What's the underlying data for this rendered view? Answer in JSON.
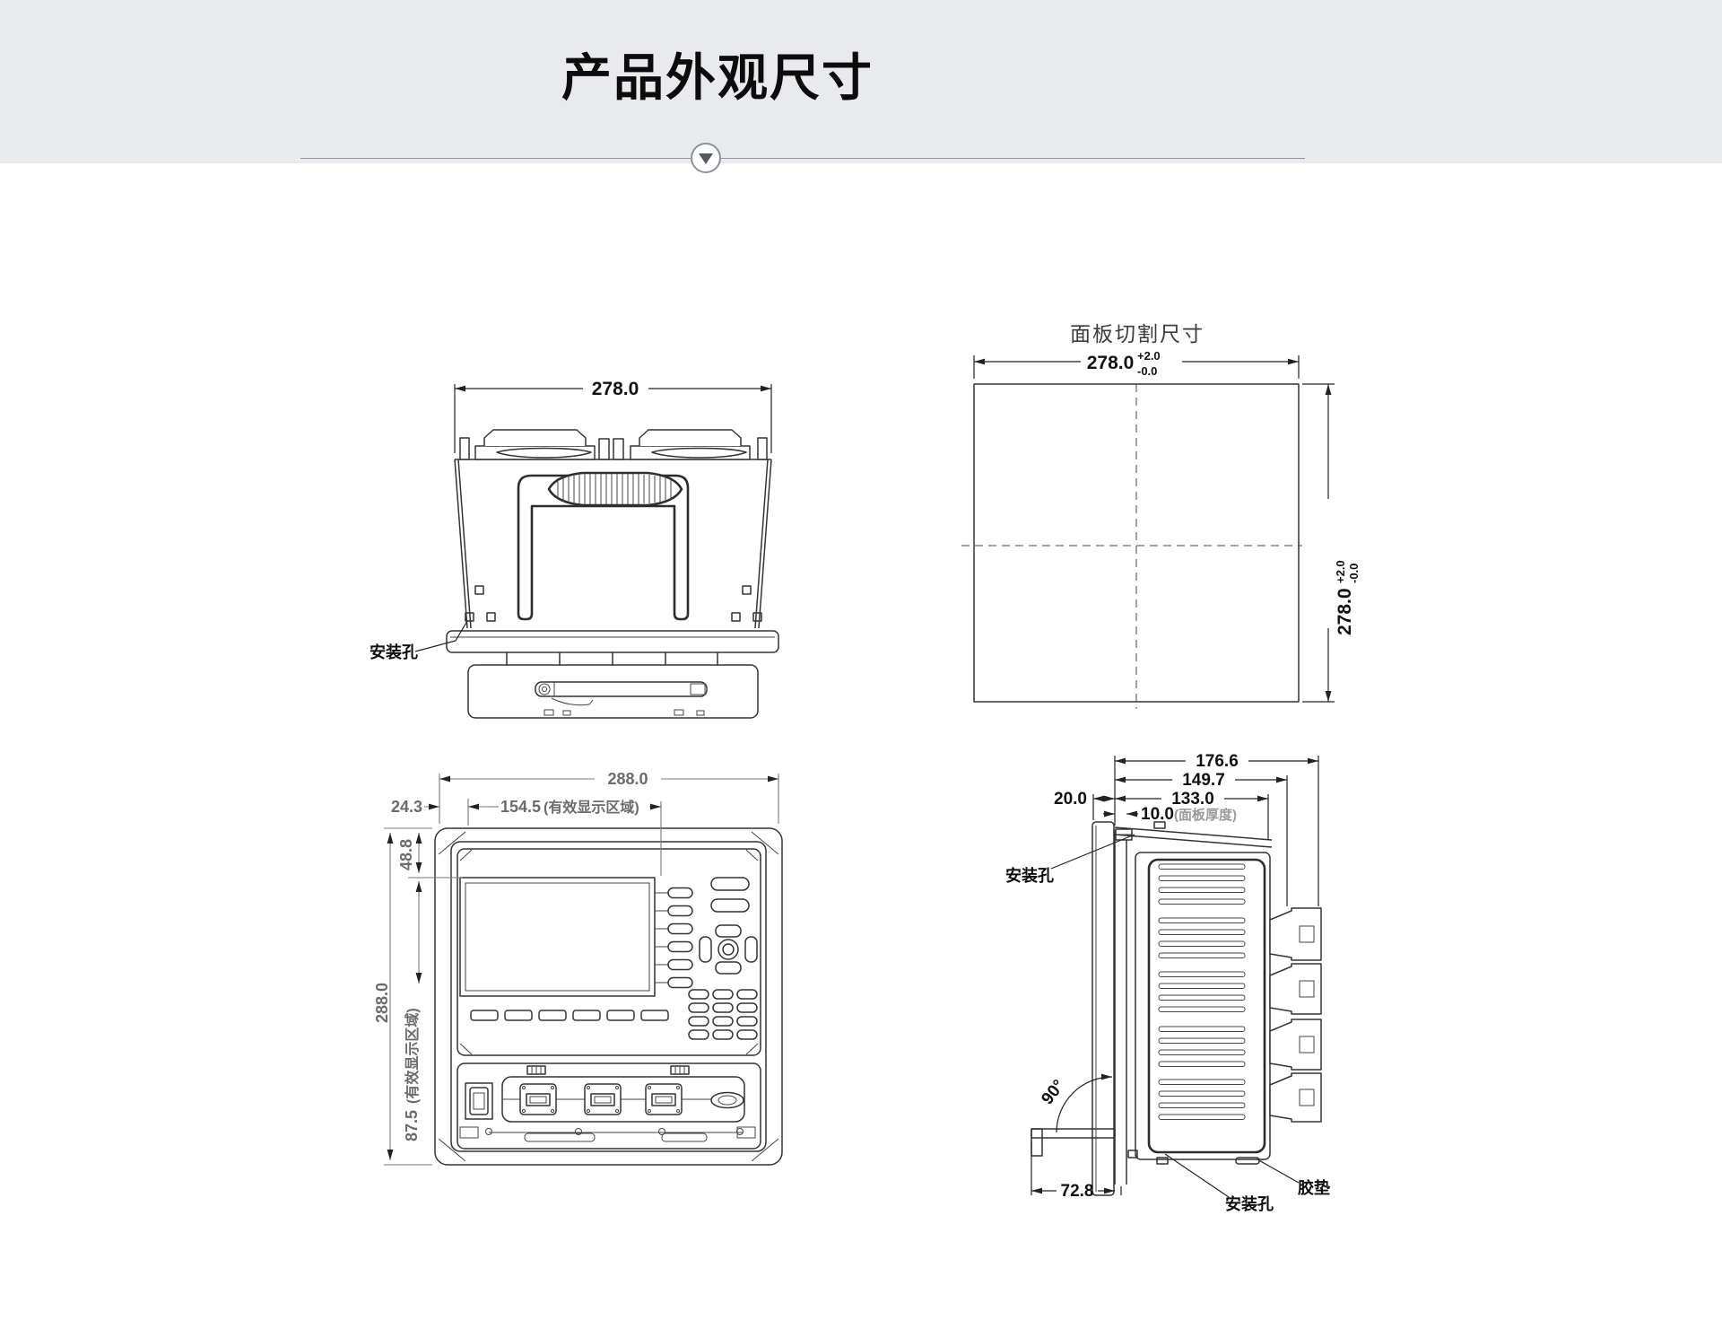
{
  "header": {
    "title": "产品外观尺寸"
  },
  "top_view": {
    "dim_width": "278.0",
    "mounting_hole_label": "安装孔"
  },
  "panel_cutout": {
    "title": "面板切割尺寸",
    "dim_width": "278.0",
    "width_tol_plus": "+2.0",
    "width_tol_minus": "-0.0",
    "dim_height": "278.0",
    "height_tol_plus": "+2.0",
    "height_tol_minus": "-0.0"
  },
  "front_view": {
    "dim_width": "288.0",
    "dim_left_margin": "24.3",
    "dim_display_width": "154.5",
    "display_area_note": "(有效显示区域)",
    "dim_top_margin": "48.8",
    "dim_height": "288.0",
    "dim_display_height": "87.5"
  },
  "side_view": {
    "dim_total_depth": "176.6",
    "dim_rear_depth": "149.7",
    "dim_case_depth": "133.0",
    "dim_front_protrusion": "20.0",
    "dim_panel_thickness": "10.0",
    "panel_thickness_note": "(面板厚度)",
    "mounting_hole_label": "安装孔",
    "angle_label": "90°",
    "dim_door_depth": "72.8",
    "mounting_hole_label_bottom": "安装孔",
    "pad_label": "胶垫"
  }
}
